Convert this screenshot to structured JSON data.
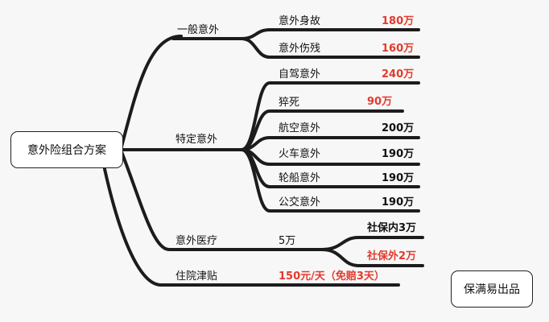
{
  "root": "意外险组合方案",
  "branches": {
    "general": {
      "label": "一般意外",
      "items": [
        {
          "label": "意外身故",
          "amount": "180万",
          "color": "#e23b2e"
        },
        {
          "label": "意外伤残",
          "amount": "160万",
          "color": "#e23b2e"
        }
      ]
    },
    "special": {
      "label": "特定意外",
      "items": [
        {
          "label": "自驾意外",
          "amount": "240万",
          "color": "#e23b2e"
        },
        {
          "label": "猝死",
          "amount": "90万",
          "color": "#e23b2e"
        },
        {
          "label": "航空意外",
          "amount": "200万",
          "color": "#111111"
        },
        {
          "label": "火车意外",
          "amount": "190万",
          "color": "#111111"
        },
        {
          "label": "轮船意外",
          "amount": "190万",
          "color": "#111111"
        },
        {
          "label": "公交意外",
          "amount": "190万",
          "color": "#111111"
        }
      ]
    },
    "medical": {
      "label": "意外医疗",
      "amount": "5万",
      "items": [
        {
          "label": "社保内3万",
          "color": "#111111"
        },
        {
          "label": "社保外2万",
          "color": "#e23b2e"
        }
      ]
    },
    "hospital": {
      "label": "住院津贴",
      "amount": "150元/天（免赔3天）",
      "color": "#e23b2e"
    }
  },
  "brand": "保满易出品"
}
